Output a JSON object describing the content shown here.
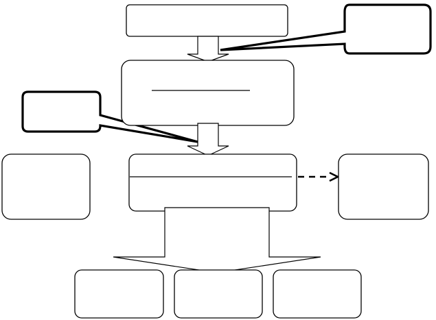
{
  "diagram": {
    "nodes": [
      {
        "id": "top",
        "label": ""
      },
      {
        "id": "middle",
        "label": ""
      },
      {
        "id": "center",
        "label": ""
      },
      {
        "id": "left",
        "label": ""
      },
      {
        "id": "right",
        "label": ""
      },
      {
        "id": "bottom-left",
        "label": ""
      },
      {
        "id": "bottom-center",
        "label": ""
      },
      {
        "id": "bottom-right",
        "label": ""
      }
    ],
    "callouts": [
      {
        "id": "callout-top-right",
        "label": ""
      },
      {
        "id": "callout-left",
        "label": ""
      }
    ],
    "edges": [
      {
        "from": "top",
        "to": "middle",
        "style": "block-arrow"
      },
      {
        "from": "middle",
        "to": "center",
        "style": "block-arrow"
      },
      {
        "from": "center",
        "to": "right",
        "style": "dashed-arrow"
      },
      {
        "from": "center",
        "to": [
          "bottom-left",
          "bottom-center",
          "bottom-right"
        ],
        "style": "block-arrow"
      }
    ]
  }
}
